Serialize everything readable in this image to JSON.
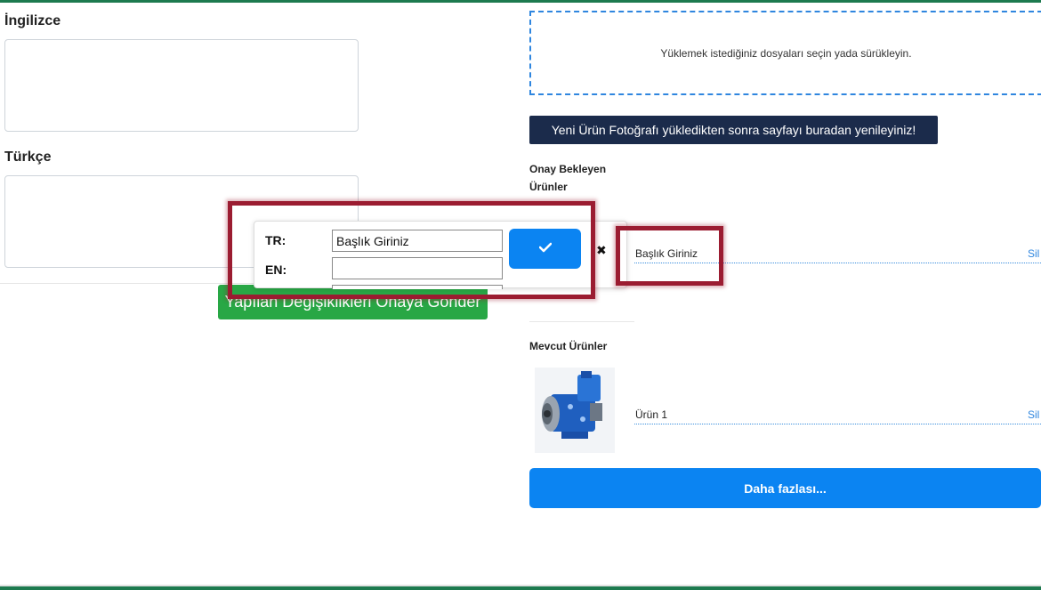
{
  "left": {
    "english_label": "İngilizce",
    "turkish_label": "Türkçe",
    "submit_label": "Yapılan Değişiklikleri Onaya Gönder"
  },
  "right": {
    "dropzone_text": "Yüklemek istediğiniz dosyaları seçin yada sürükleyin.",
    "refresh_label": "Yeni Ürün Fotoğrafı yükledikten sonra sayfayı buradan yenileyiniz!",
    "pending_title": "Onay Bekleyen Ürünler",
    "pending_item": {
      "title": "Başlık Giriniz",
      "delete_label": "Sil"
    },
    "current_title": "Mevcut Ürünler",
    "current_item": {
      "title": "Ürün 1",
      "delete_label": "Sil",
      "image": "hydraulic-pump-photo"
    },
    "more_label": "Daha fazlası..."
  },
  "popup": {
    "tr_label": "TR:",
    "en_label": "EN:",
    "tr_value": "Başlık Giriniz",
    "en_value": "",
    "confirm_icon": "check-icon",
    "cancel_icon": "close-icon"
  },
  "colors": {
    "accent_blue": "#0b84f2",
    "green": "#28a745",
    "navy": "#1b2b4b",
    "highlight": "#9b1c31"
  }
}
